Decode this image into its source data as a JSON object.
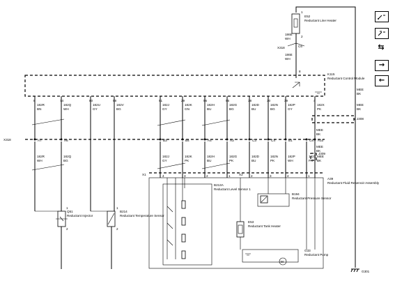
{
  "components": {
    "e52": {
      "id": "E52",
      "name": "Reductant Line Heater",
      "pin_top": "1",
      "pin_bottom": "2"
    },
    "k115": {
      "id": "K115",
      "name": "Reductant Control Module",
      "pin": "8"
    },
    "q51": {
      "id": "Q51",
      "name": "Reductant Injector",
      "pin_top": "1",
      "pin_bottom": "2"
    },
    "b214": {
      "id": "B214",
      "name": "Reductant Temperature Sensor",
      "pin_top": "1",
      "pin_bottom": "2"
    },
    "a39": {
      "id": "A39",
      "name": "Reductant Fluid Reservoir Assembly"
    },
    "b213a": {
      "id": "B213A",
      "name": "Reductant Level Sensor 1"
    },
    "b194": {
      "id": "B194",
      "name": "Reductant Pressure Sensor"
    },
    "e53": {
      "id": "E53",
      "name": "Reductant Tank Heater"
    },
    "g33": {
      "id": "G33",
      "name": "Reductant Pump"
    }
  },
  "connectors": {
    "x318": "X318",
    "j308": "J308",
    "j309": "J309",
    "x1": "X1",
    "x2": "X2",
    "g301": "G301",
    "x318_top_pin": "C6"
  },
  "top_wires": {
    "upper": {
      "circuit": "186E",
      "color": "WH"
    },
    "lower": {
      "circuit": "186E",
      "color": "WH"
    }
  },
  "module_pins": [
    "8",
    "74",
    "80",
    "58",
    "51",
    "29",
    "56",
    "55",
    "38",
    "30",
    "39",
    "4"
  ],
  "upper_wires": [
    {
      "circuit": "182R",
      "color": "BN"
    },
    {
      "circuit": "182Q",
      "color": "WH"
    },
    {
      "circuit": "182U",
      "color": "GY"
    },
    {
      "circuit": "182V",
      "color": "BG"
    },
    {
      "circuit": "182J",
      "color": "GY"
    },
    {
      "circuit": "182K",
      "color": "GN"
    },
    {
      "circuit": "182H",
      "color": "BU"
    },
    {
      "circuit": "182G",
      "color": "BG"
    },
    {
      "circuit": "182D",
      "color": "BU"
    },
    {
      "circuit": "182N",
      "color": "BG"
    },
    {
      "circuit": "182P",
      "color": "GY"
    },
    {
      "circuit": "182X",
      "color": "PK"
    },
    {
      "circuit": "MEE",
      "color": "BK"
    }
  ],
  "x318_pins": [
    "A7",
    "A6",
    "B3",
    "B4",
    "A4",
    "A3",
    "C3",
    "C4",
    "B1",
    "C8",
    "A10"
  ],
  "lower_wires": [
    {
      "circuit": "182R",
      "color": "WH"
    },
    {
      "circuit": "182Q",
      "color": "BG"
    },
    {
      "circuit": "182J",
      "color": "GY"
    },
    {
      "circuit": "182K",
      "color": "PK"
    },
    {
      "circuit": "182H",
      "color": "BU"
    },
    {
      "circuit": "182G",
      "color": "PK"
    },
    {
      "circuit": "182D",
      "color": "BU"
    },
    {
      "circuit": "182N",
      "color": "PK"
    },
    {
      "circuit": "182P",
      "color": "WH"
    },
    {
      "circuit": "182X",
      "color": "PK"
    },
    {
      "circuit": "MEE",
      "color": "BK"
    }
  ],
  "splice_wires": [
    {
      "circuit": "MEE",
      "color": "BK"
    },
    {
      "circuit": "MEE",
      "color": "BK"
    },
    {
      "circuit": "MEE",
      "color": "BK"
    }
  ],
  "x1_pins": [
    "4",
    "3",
    "2",
    "1"
  ],
  "x2_pins": [
    "2",
    "3",
    "4",
    "1"
  ],
  "legend_icons": [
    "switch-icon",
    "sensor-switch-icon",
    "arrows-icon",
    "arrow-right-icon",
    "arrow-left-icon"
  ]
}
